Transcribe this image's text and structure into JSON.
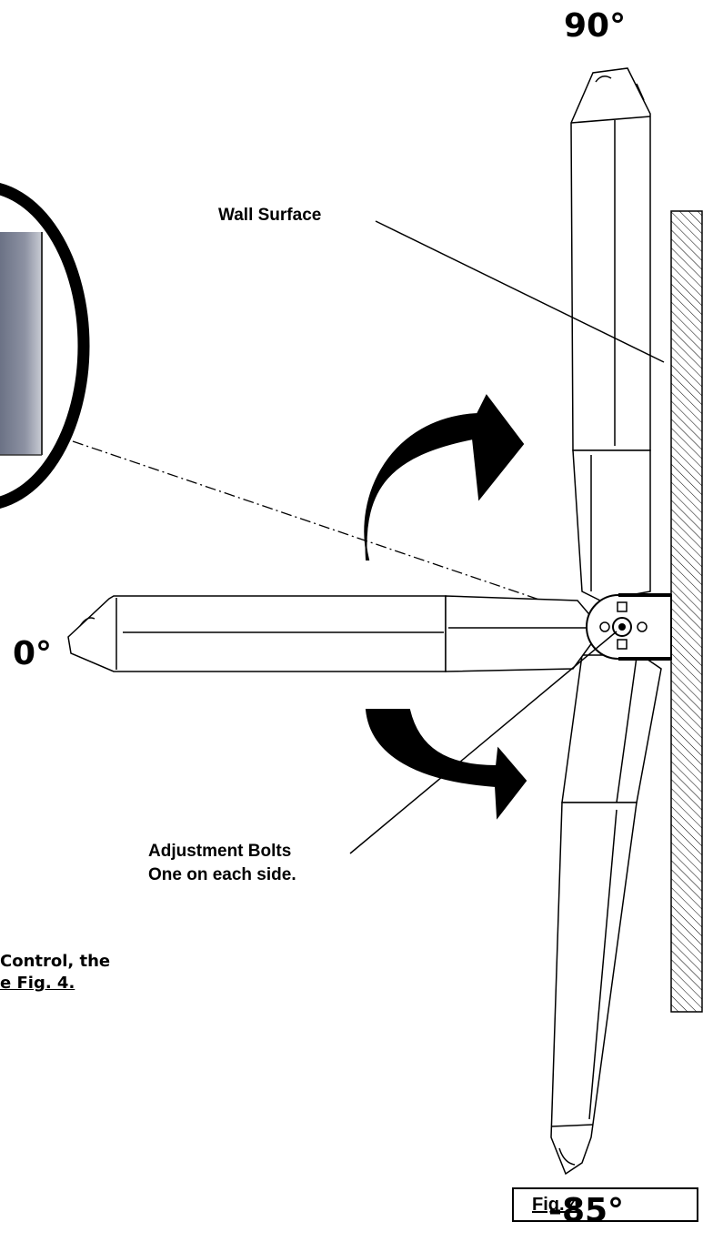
{
  "angles": {
    "top": "90°",
    "middle": "0°",
    "bottom": "-85°"
  },
  "callouts": {
    "wall_surface": "Wall Surface",
    "adjustment_bolts_line1": "Adjustment Bolts",
    "adjustment_bolts_line2": "One on each side."
  },
  "clipped_text": {
    "line1": "Control, the",
    "line2": "e Fig. 4."
  },
  "figure_label": "Fig. 4",
  "colors": {
    "ink": "#000000",
    "hatch": "#000000",
    "lens_dark": "#5f6678",
    "lens_light": "#b9bcc6"
  }
}
